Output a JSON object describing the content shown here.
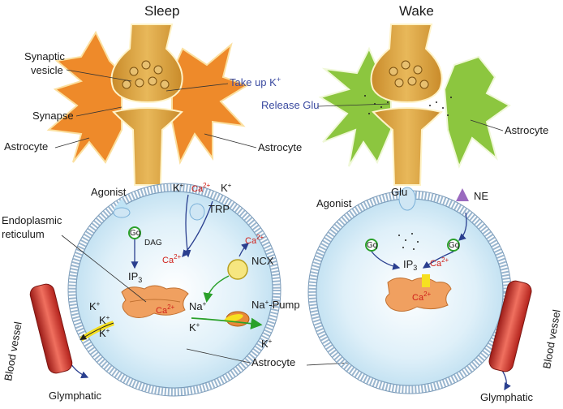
{
  "panels": {
    "sleep": {
      "title": "Sleep",
      "synaptic_vesicle_line1": "Synaptic",
      "synaptic_vesicle_line2": "vesicle",
      "synapse": "Synapse",
      "astrocyte_left": "Astrocyte",
      "astrocyte_right": "Astrocyte",
      "take_up": "Take up K",
      "take_up_sup": "+"
    },
    "wake": {
      "title": "Wake",
      "release": "Release Glu",
      "astrocyte": "Astrocyte"
    }
  },
  "cells": {
    "left": {
      "agonist": "Agonist",
      "k_top1": "K",
      "k_top2": "K",
      "plus": "+",
      "ca": "Ca",
      "two_plus": "2+",
      "trp": "TRP",
      "gq": "Gq",
      "dag": "DAG",
      "er_line1": "Endoplasmic",
      "er_line2": "reticulum",
      "ip3": "IP",
      "ip3_sub": "3",
      "ncx": "NCX",
      "na": "Na",
      "na_pump": "-Pump",
      "astrocyte": "Astrocyte",
      "blood_vessel": "Blood vessel",
      "glymphatic": "Glymphatic"
    },
    "right": {
      "glu": "Glu",
      "ne": "NE",
      "agonist": "Agonist",
      "gq": "Gq",
      "ip3": "IP",
      "ip3_sub": "3",
      "blood_vessel": "Blood vessel",
      "glymphatic": "Glymphatic"
    }
  },
  "colors": {
    "neuron": "#d9a441",
    "astrocyte_sleep": "#ee8a2a",
    "astrocyte_wake": "#8cc63f",
    "cell_fill": "#d6ecf7",
    "membrane": "#9ab6cf",
    "er": "#f0a060",
    "vessel": "#d9312a"
  }
}
